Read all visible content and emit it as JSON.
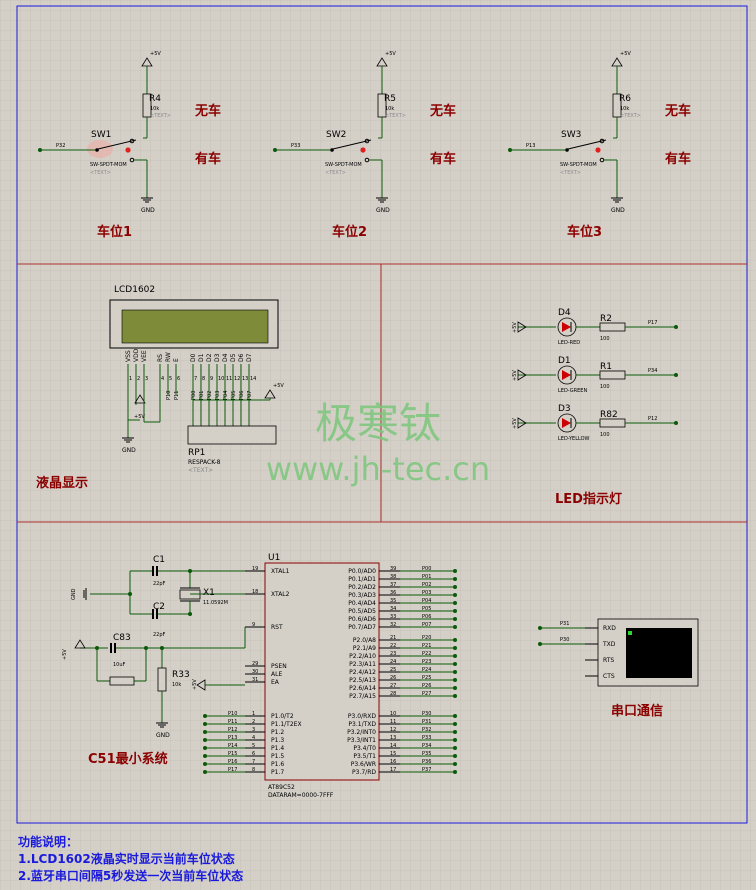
{
  "watermark": {
    "line1": "极寒钛",
    "line2": "www.jh-tec.cn"
  },
  "parking": {
    "slots": [
      {
        "net": "P32",
        "switch": "SW1",
        "resistor": "R4",
        "value": "10k",
        "placeholder": "<TEXT>",
        "part": "SW-SPDT-MOM",
        "supply": "+5V",
        "ground": "GND",
        "state_off": "无车",
        "state_on": "有车",
        "title": "车位1"
      },
      {
        "net": "P33",
        "switch": "SW2",
        "resistor": "R5",
        "value": "10k",
        "placeholder": "<TEXT>",
        "part": "SW-SPDT-MOM",
        "supply": "+5V",
        "ground": "GND",
        "state_off": "无车",
        "state_on": "有车",
        "title": "车位2"
      },
      {
        "net": "P13",
        "switch": "SW3",
        "resistor": "R6",
        "value": "10k",
        "placeholder": "<TEXT>",
        "part": "SW-SPDT-MOM",
        "supply": "+5V",
        "ground": "GND",
        "state_off": "无车",
        "state_on": "有车",
        "title": "车位3"
      }
    ]
  },
  "lcd": {
    "title": "LCD1602",
    "pins": [
      "VSS",
      "VDD",
      "VEE",
      "RS",
      "RW",
      "E",
      "D0",
      "D1",
      "D2",
      "D3",
      "D4",
      "D5",
      "D6",
      "D7"
    ],
    "pin_numbers": [
      "1",
      "2",
      "3",
      "4",
      "5",
      "6",
      "7",
      "8",
      "9",
      "10",
      "11",
      "12",
      "13",
      "14"
    ],
    "nets": [
      "P10",
      "P11",
      "P00",
      "P01",
      "P02",
      "P03",
      "P04",
      "P05",
      "P06",
      "P07"
    ],
    "rp_name": "RP1",
    "rp_part": "RESPACK-8",
    "rp_text": "<TEXT>",
    "supply": "+5V",
    "ground": "GND",
    "label": "液晶显示"
  },
  "leds": {
    "items": [
      {
        "name": "D4",
        "part": "LED-RED",
        "resistor": "R2",
        "value": "100",
        "net": "P17",
        "supply": "+5V",
        "color": "#cc0000"
      },
      {
        "name": "D1",
        "part": "LED-GREEN",
        "resistor": "R1",
        "value": "100",
        "net": "P34",
        "supply": "+5V",
        "color": "#cc0000"
      },
      {
        "name": "D3",
        "part": "LED-YELLOW",
        "resistor": "R82",
        "value": "100",
        "net": "P12",
        "supply": "+5V",
        "color": "#cc0000"
      }
    ],
    "label": "LED指示灯"
  },
  "mcu": {
    "name": "U1",
    "part": "AT89C52",
    "dataram": "DATARAM=0000-7FFF",
    "left_pins": [
      {
        "num": "19",
        "name": "XTAL1"
      },
      {
        "num": "18",
        "name": "XTAL2"
      },
      {
        "num": "9",
        "name": "RST"
      },
      {
        "num": "29",
        "name": "PSEN"
      },
      {
        "num": "30",
        "name": "ALE"
      },
      {
        "num": "31",
        "name": "EA"
      },
      {
        "num": "1",
        "name": "P1.0/T2"
      },
      {
        "num": "2",
        "name": "P1.1/T2EX"
      },
      {
        "num": "3",
        "name": "P1.2"
      },
      {
        "num": "4",
        "name": "P1.3"
      },
      {
        "num": "5",
        "name": "P1.4"
      },
      {
        "num": "6",
        "name": "P1.5"
      },
      {
        "num": "7",
        "name": "P1.6"
      },
      {
        "num": "8",
        "name": "P1.7"
      }
    ],
    "p1_nets": [
      "P10",
      "P11",
      "P12",
      "P13",
      "P14",
      "P15",
      "P16",
      "P17"
    ],
    "right_p0": [
      {
        "num": "39",
        "name": "P0.0/AD0",
        "net": "P00"
      },
      {
        "num": "38",
        "name": "P0.1/AD1",
        "net": "P01"
      },
      {
        "num": "37",
        "name": "P0.2/AD2",
        "net": "P02"
      },
      {
        "num": "36",
        "name": "P0.3/AD3",
        "net": "P03"
      },
      {
        "num": "35",
        "name": "P0.4/AD4",
        "net": "P04"
      },
      {
        "num": "34",
        "name": "P0.5/AD5",
        "net": "P05"
      },
      {
        "num": "33",
        "name": "P0.6/AD6",
        "net": "P06"
      },
      {
        "num": "32",
        "name": "P0.7/AD7",
        "net": "P07"
      }
    ],
    "right_p2": [
      {
        "num": "21",
        "name": "P2.0/A8",
        "net": "P20"
      },
      {
        "num": "22",
        "name": "P2.1/A9",
        "net": "P21"
      },
      {
        "num": "23",
        "name": "P2.2/A10",
        "net": "P22"
      },
      {
        "num": "24",
        "name": "P2.3/A11",
        "net": "P23"
      },
      {
        "num": "25",
        "name": "P2.4/A12",
        "net": "P24"
      },
      {
        "num": "26",
        "name": "P2.5/A13",
        "net": "P25"
      },
      {
        "num": "27",
        "name": "P2.6/A14",
        "net": "P26"
      },
      {
        "num": "28",
        "name": "P2.7/A15",
        "net": "P27"
      }
    ],
    "right_p3": [
      {
        "num": "10",
        "name": "P3.0/RXD",
        "net": "P30"
      },
      {
        "num": "11",
        "name": "P3.1/TXD",
        "net": "P31"
      },
      {
        "num": "12",
        "name": "P3.2/INT0",
        "net": "P32"
      },
      {
        "num": "13",
        "name": "P3.3/INT1",
        "net": "P33"
      },
      {
        "num": "14",
        "name": "P3.4/T0",
        "net": "P34"
      },
      {
        "num": "15",
        "name": "P3.5/T1",
        "net": "P35"
      },
      {
        "num": "16",
        "name": "P3.6/WR",
        "net": "P36"
      },
      {
        "num": "17",
        "name": "P3.7/RD",
        "net": "P37"
      }
    ],
    "c1": {
      "name": "C1",
      "value": "22pF"
    },
    "c2": {
      "name": "C2",
      "value": "22pF"
    },
    "x1": {
      "name": "X1",
      "value": "11.0592M"
    },
    "c83": {
      "name": "C83",
      "value": "10uF"
    },
    "r33": {
      "name": "R33",
      "value": "10k"
    },
    "gnd": "GND",
    "supply": "+5V",
    "label": "C51最小系统"
  },
  "serial": {
    "pins": [
      "RXD",
      "TXD",
      "RTS",
      "CTS"
    ],
    "nets": [
      "P31",
      "P30"
    ],
    "label": "串口通信"
  },
  "notes": {
    "title": "功能说明：",
    "line1": "1.LCD1602液晶实时显示当前车位状态",
    "line2": "2.蓝牙串口间隔5秒发送一次当前车位状态"
  }
}
